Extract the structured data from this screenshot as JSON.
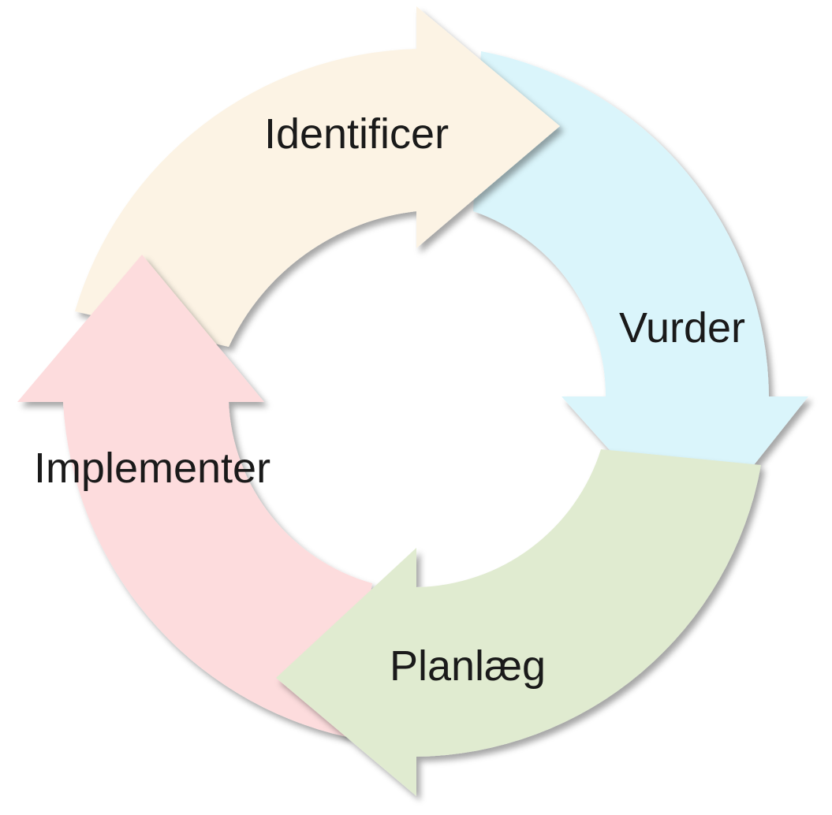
{
  "diagram": {
    "stages": [
      {
        "id": "identificer",
        "label": "Identificer",
        "color": "#FCF3E4"
      },
      {
        "id": "vurder",
        "label": "Vurder",
        "color": "#DAF5FB"
      },
      {
        "id": "planlaeg",
        "label": "Planlæg",
        "color": "#E0EBD0"
      },
      {
        "id": "implementer",
        "label": "Implementer",
        "color": "#FDDCDD"
      }
    ]
  }
}
